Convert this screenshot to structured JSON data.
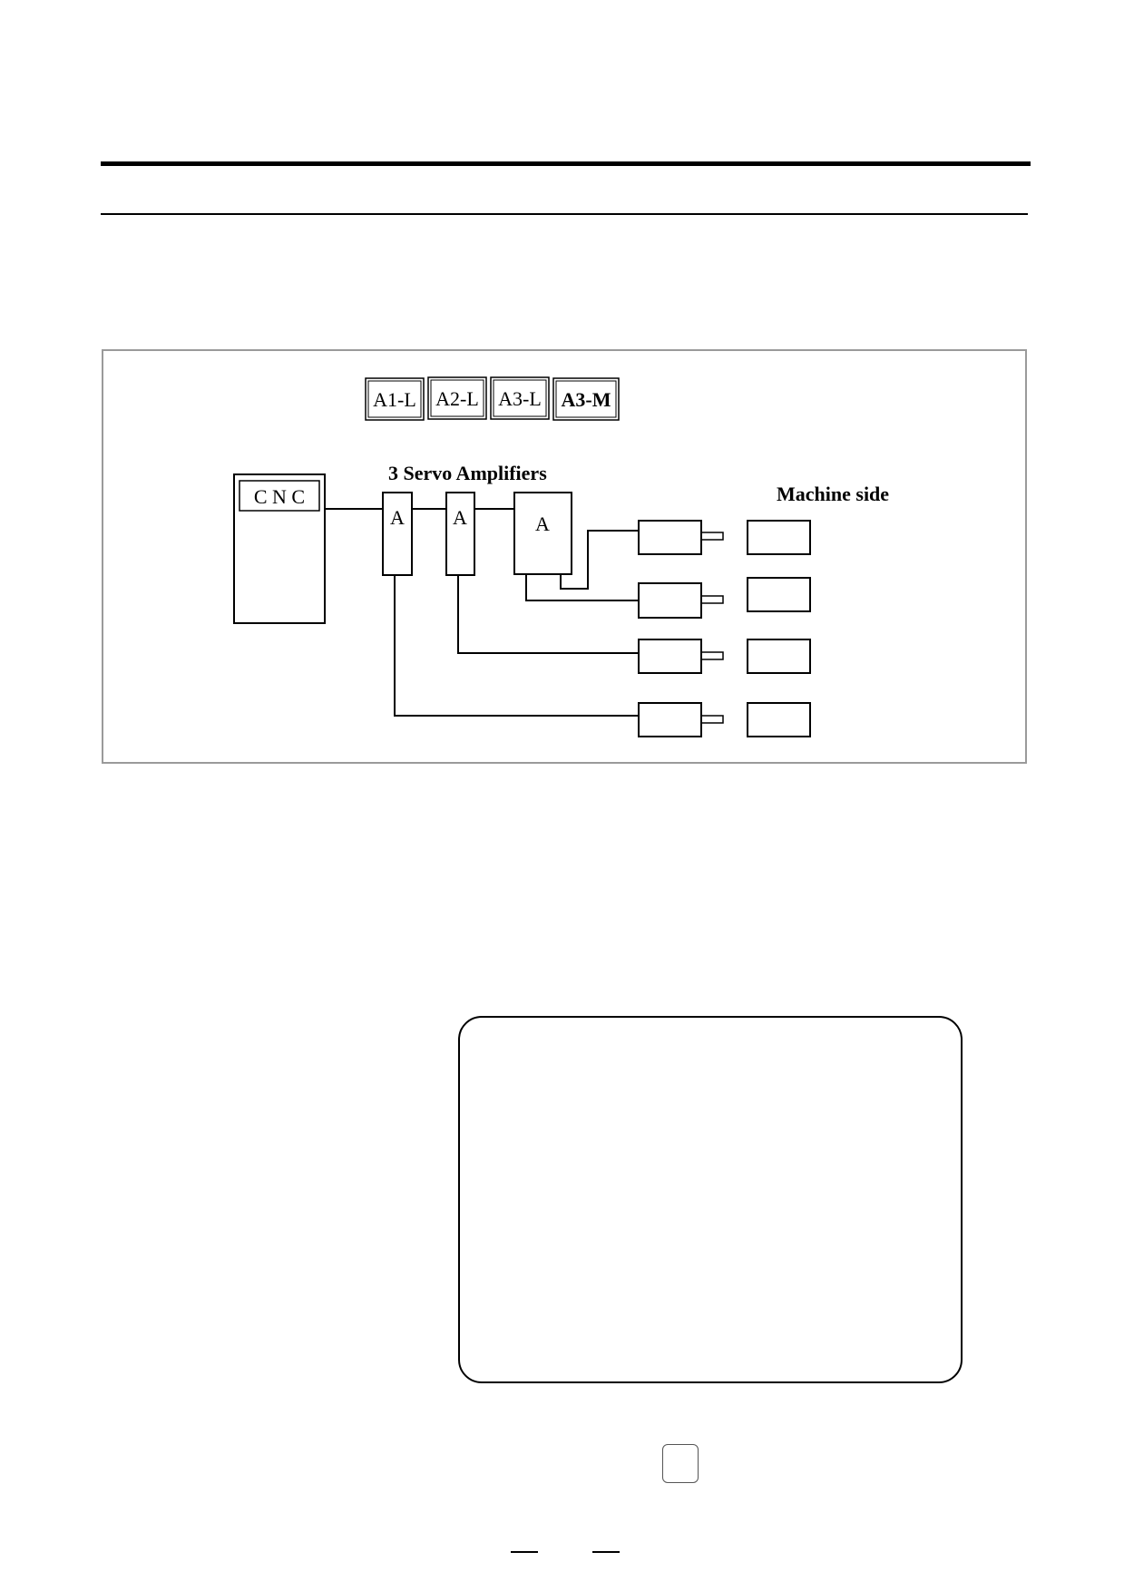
{
  "diagram": {
    "tags": [
      "A1-L",
      "A2-L",
      "A3-L",
      "A3-M"
    ],
    "cnc_label": "C N C",
    "amplifiers_label": "3 Servo Amplifiers",
    "amplifier_letters": [
      "A",
      "A",
      "A"
    ],
    "machine_label": "Machine side"
  }
}
